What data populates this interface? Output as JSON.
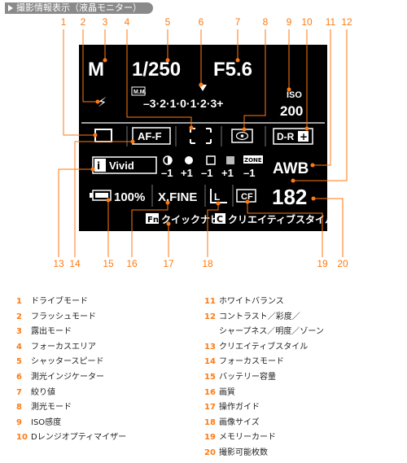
{
  "header": {
    "title": "撮影情報表示（液晶モニター）"
  },
  "screen": {
    "mode": "M",
    "shutter": "1/250",
    "aperture": "F5.6",
    "flash_symbol": "⚡",
    "mm_label": "M.M.",
    "meter_scale": "–3·2·1·0·1·2·3+",
    "iso_label": "ISO",
    "iso_value": "200",
    "focus_mode": "AF-F",
    "dro": "D-R",
    "dro_plus": "+",
    "creative_style": "Vivid",
    "creative_icon": "i",
    "adj_contrast": "–1",
    "adj_saturation": "+1",
    "adj_sharpness": "–1",
    "adj_brightness": "+1",
    "adj_zone_label": "ZONE",
    "adj_zone": "–1",
    "wb": "AWB",
    "battery": "100%",
    "quality": "X.FINE",
    "size_symbol": "L",
    "card": "CF",
    "shots": "182",
    "fn_key": "Fn",
    "fn_label": "クイックナビ",
    "c_key": "C",
    "c_label": "クリエイティブスタイル"
  },
  "numbers_top": [
    "1",
    "2",
    "3",
    "4",
    "5",
    "6",
    "7",
    "8",
    "9",
    "10",
    "11",
    "12"
  ],
  "numbers_bottom": [
    "13",
    "14",
    "15",
    "16",
    "17",
    "18",
    "19",
    "20"
  ],
  "legend_left": [
    {
      "num": "1",
      "label": "ドライブモード"
    },
    {
      "num": "2",
      "label": "フラッシュモード"
    },
    {
      "num": "3",
      "label": "露出モード"
    },
    {
      "num": "4",
      "label": "フォーカスエリア"
    },
    {
      "num": "5",
      "label": "シャッタースピード"
    },
    {
      "num": "6",
      "label": "測光インジケーター"
    },
    {
      "num": "7",
      "label": "絞り値"
    },
    {
      "num": "8",
      "label": "測光モード"
    },
    {
      "num": "9",
      "label": "ISO感度"
    },
    {
      "num": "10",
      "label": "Dレンジオプティマイザー"
    }
  ],
  "legend_right": [
    {
      "num": "11",
      "label": "ホワイトバランス"
    },
    {
      "num": "12",
      "label": "コントラスト／彩度／"
    },
    {
      "num": "",
      "label": "シャープネス／明度／ゾーン"
    },
    {
      "num": "13",
      "label": "クリエイティブスタイル"
    },
    {
      "num": "14",
      "label": "フォーカスモード"
    },
    {
      "num": "15",
      "label": "バッテリー容量"
    },
    {
      "num": "16",
      "label": "画質"
    },
    {
      "num": "17",
      "label": "操作ガイド"
    },
    {
      "num": "18",
      "label": "画像サイズ"
    },
    {
      "num": "19",
      "label": "メモリーカード"
    },
    {
      "num": "20",
      "label": "撮影可能枚数"
    }
  ],
  "colors": {
    "accent": "#ff7a12",
    "lcd": "#000000",
    "header": "#8a8a8a"
  }
}
